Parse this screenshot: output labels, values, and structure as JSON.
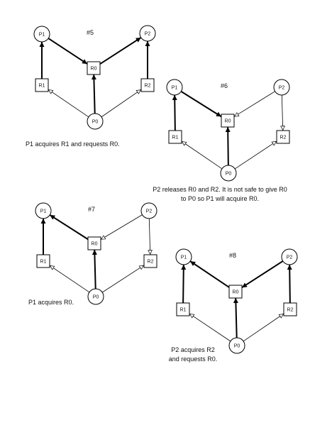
{
  "diagrams": [
    {
      "id": "5",
      "number": "#5",
      "caption": [
        "P1 acquires R1 and requests R0."
      ],
      "nodes": {
        "P1": {
          "label": "P1",
          "kind": "process"
        },
        "P2": {
          "label": "P2",
          "kind": "process"
        },
        "P0": {
          "label": "P0",
          "kind": "process"
        },
        "R0": {
          "label": "R0",
          "kind": "resource"
        },
        "R1": {
          "label": "R1",
          "kind": "resource"
        },
        "R2": {
          "label": "R2",
          "kind": "resource"
        }
      },
      "edges": [
        {
          "from": "R1",
          "to": "P1",
          "style": "bold"
        },
        {
          "from": "P1",
          "to": "R0",
          "style": "bold"
        },
        {
          "from": "R0",
          "to": "P2",
          "style": "bold"
        },
        {
          "from": "R2",
          "to": "P2",
          "style": "bold"
        },
        {
          "from": "P0",
          "to": "R0",
          "style": "bold"
        },
        {
          "from": "P0",
          "to": "R1",
          "style": "thin"
        },
        {
          "from": "P0",
          "to": "R2",
          "style": "thin"
        }
      ]
    },
    {
      "id": "6",
      "number": "#6",
      "caption": [
        "P2 releases R0 and R2.  It is not safe to give R0",
        "to P0 so P1 will acquire R0."
      ],
      "nodes": {
        "P1": {
          "label": "P1",
          "kind": "process"
        },
        "P2": {
          "label": "P2",
          "kind": "process"
        },
        "P0": {
          "label": "P0",
          "kind": "process"
        },
        "R0": {
          "label": "R0",
          "kind": "resource"
        },
        "R1": {
          "label": "R1",
          "kind": "resource"
        },
        "R2": {
          "label": "R2",
          "kind": "resource"
        }
      },
      "edges": [
        {
          "from": "R1",
          "to": "P1",
          "style": "bold"
        },
        {
          "from": "P1",
          "to": "R0",
          "style": "bold"
        },
        {
          "from": "P2",
          "to": "R0",
          "style": "thin"
        },
        {
          "from": "P2",
          "to": "R2",
          "style": "thin"
        },
        {
          "from": "P0",
          "to": "R0",
          "style": "bold"
        },
        {
          "from": "P0",
          "to": "R1",
          "style": "thin"
        },
        {
          "from": "P0",
          "to": "R2",
          "style": "thin"
        }
      ]
    },
    {
      "id": "7",
      "number": "#7",
      "caption": [
        "P1 acquires R0."
      ],
      "nodes": {
        "P1": {
          "label": "P1",
          "kind": "process"
        },
        "P2": {
          "label": "P2",
          "kind": "process"
        },
        "P0": {
          "label": "P0",
          "kind": "process"
        },
        "R0": {
          "label": "R0",
          "kind": "resource"
        },
        "R1": {
          "label": "R1",
          "kind": "resource"
        },
        "R2": {
          "label": "R2",
          "kind": "resource"
        }
      },
      "edges": [
        {
          "from": "R1",
          "to": "P1",
          "style": "bold"
        },
        {
          "from": "R0",
          "to": "P1",
          "style": "bold"
        },
        {
          "from": "P2",
          "to": "R0",
          "style": "thin"
        },
        {
          "from": "P2",
          "to": "R2",
          "style": "thin"
        },
        {
          "from": "P0",
          "to": "R0",
          "style": "bold"
        },
        {
          "from": "P0",
          "to": "R1",
          "style": "thin"
        },
        {
          "from": "P0",
          "to": "R2",
          "style": "thin"
        }
      ]
    },
    {
      "id": "8",
      "number": "#8",
      "caption": [
        "P2 acquires R2",
        "and requests R0."
      ],
      "nodes": {
        "P1": {
          "label": "P1",
          "kind": "process"
        },
        "P2": {
          "label": "P2",
          "kind": "process"
        },
        "P0": {
          "label": "P0",
          "kind": "process"
        },
        "R0": {
          "label": "R0",
          "kind": "resource"
        },
        "R1": {
          "label": "R1",
          "kind": "resource"
        },
        "R2": {
          "label": "R2",
          "kind": "resource"
        }
      },
      "edges": [
        {
          "from": "R1",
          "to": "P1",
          "style": "bold"
        },
        {
          "from": "R0",
          "to": "P1",
          "style": "bold"
        },
        {
          "from": "P2",
          "to": "R0",
          "style": "bold"
        },
        {
          "from": "R2",
          "to": "P2",
          "style": "bold"
        },
        {
          "from": "P0",
          "to": "R0",
          "style": "bold"
        },
        {
          "from": "P0",
          "to": "R1",
          "style": "thin"
        },
        {
          "from": "P0",
          "to": "R2",
          "style": "thin"
        }
      ]
    }
  ]
}
